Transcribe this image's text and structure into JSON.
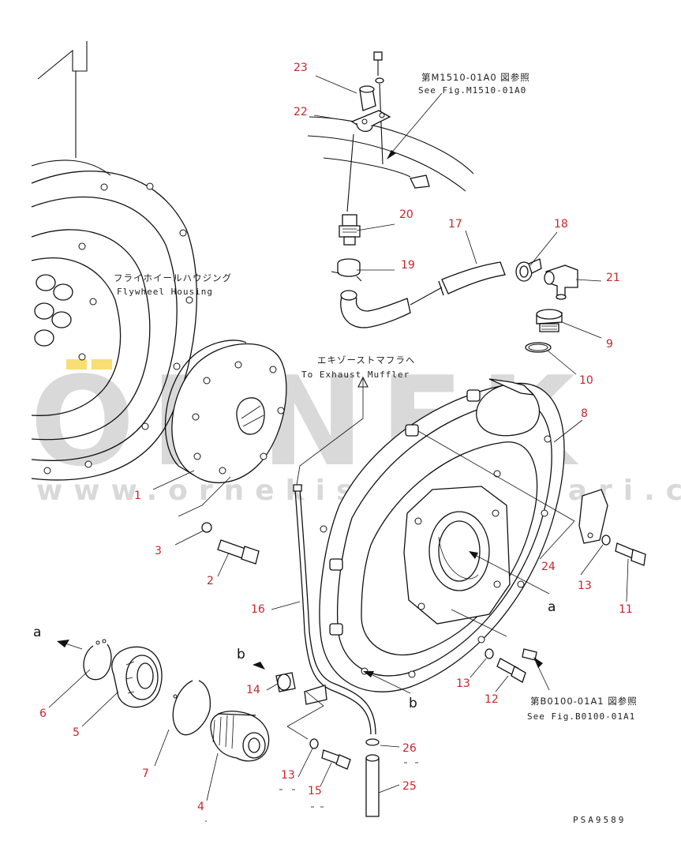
{
  "watermark": {
    "word": "ORNEK",
    "url": "www.ornekismakinalari.com.tr",
    "accent_color": "#f2c200",
    "text_color": "#d9d9d9"
  },
  "references": {
    "top": {
      "jp": "第M1510-01A0 図参照",
      "en": "See Fig.M1510-01A0"
    },
    "bottom": {
      "jp": "第B0100-01A1 図参照",
      "en": "See Fig.B0100-01A1"
    },
    "flywheel_housing": {
      "jp": "フライホイールハウジング",
      "en": "Flywheel Housing"
    },
    "exhaust": {
      "jp": "エキゾーストマフラへ",
      "en": "To Exhaust Muffler"
    }
  },
  "callouts": {
    "p1": "1",
    "p2": "2",
    "p3": "3",
    "p4": "4",
    "p5": "5",
    "p6": "6",
    "p7": "7",
    "p8": "8",
    "p9": "9",
    "p10": "10",
    "p11": "11",
    "p12": "12",
    "p13a": "13",
    "p13b": "13",
    "p13c": "13",
    "p14": "14",
    "p15": "15",
    "p16": "16",
    "p17": "17",
    "p18": "18",
    "p19": "19",
    "p20": "20",
    "p21": "21",
    "p22": "22",
    "p23": "23",
    "p24": "24",
    "p25": "25",
    "p26": "26"
  },
  "letters": {
    "a1": "a",
    "a2": "a",
    "b1": "b",
    "b2": "b"
  },
  "drawing_code": "PSA9589",
  "callout_color": "#c8262c"
}
